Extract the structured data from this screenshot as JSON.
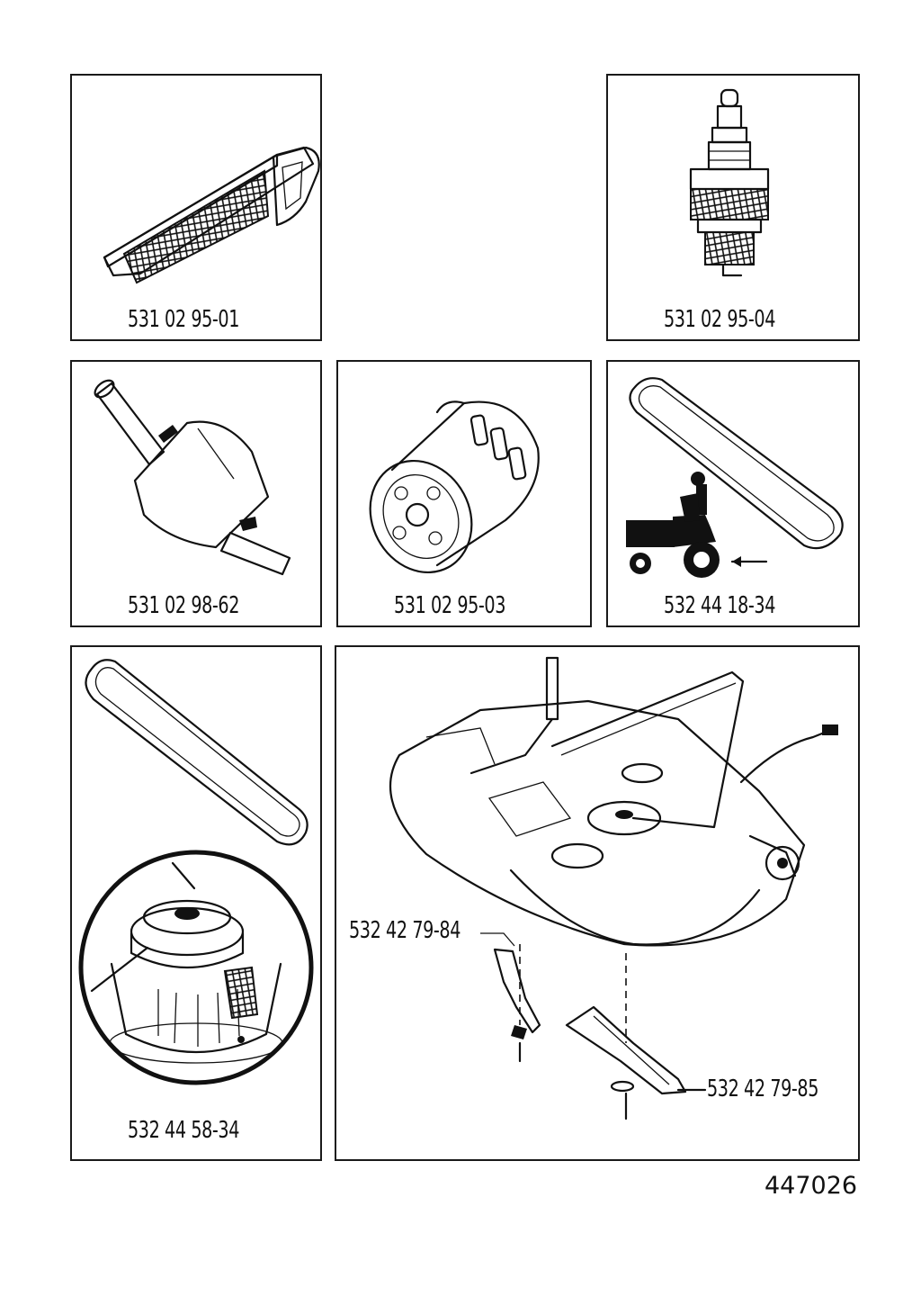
{
  "parts": {
    "air_filter": "531 02 95-01",
    "spark_plug": "531 02 95-04",
    "fuel_filter": "531 02 98-62",
    "oil_filter": "531 02 95-03",
    "drive_belt": "532 44 18-34",
    "deck_belt_pulley": "532 44 58-34",
    "blade_left": "532 42 79-84",
    "blade_right": "532 42 79-85"
  },
  "document_number": "447026",
  "icons": {
    "air_filter": "air-filter-icon",
    "spark_plug": "spark-plug-icon",
    "fuel_filter": "fuel-filter-icon",
    "oil_filter": "oil-filter-icon",
    "belt": "belt-icon",
    "tractor": "riding-mower-icon",
    "pulley": "pulley-icon",
    "deck": "mower-deck-icon",
    "blade": "blade-icon"
  }
}
